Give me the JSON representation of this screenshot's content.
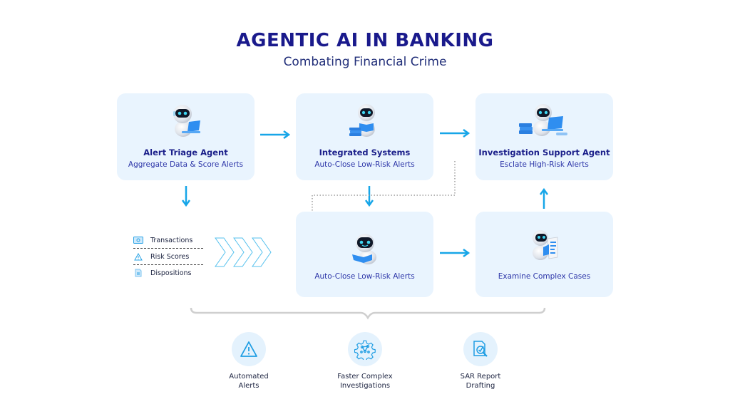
{
  "header": {
    "title": "AGENTIC AI IN BANKING",
    "subtitle": "Combating Financial Crime"
  },
  "colors": {
    "title": "#1a1a8c",
    "card_bg": "#e9f4fe",
    "arrow": "#17a6e8",
    "dotted_line": "#b5b5b5",
    "brace": "#cfcfcf",
    "icon_accent": "#29a3e6"
  },
  "cards": [
    {
      "id": "alert-triage",
      "title": "Alert Triage Agent",
      "subtitle": "Aggregate Data & Score Alerts",
      "robot": "robot-laptop-icon"
    },
    {
      "id": "integrated-systems",
      "title": "Integrated Systems",
      "subtitle": "Auto-Close Low-Risk Alerts",
      "robot": "robot-books-icon"
    },
    {
      "id": "investigation-support",
      "title": "Investigation Support Agent",
      "subtitle": "Esclate High-Risk Alerts",
      "robot": "robot-laptop-books-icon"
    },
    {
      "id": "auto-close",
      "title": "",
      "subtitle": "Auto-Close Low-Risk Alerts",
      "robot": "robot-reading-icon"
    },
    {
      "id": "examine-cases",
      "title": "",
      "subtitle": "Examine Complex Cases",
      "robot": "robot-document-icon"
    }
  ],
  "inputs": [
    {
      "label": "Transactions",
      "icon": "money-icon"
    },
    {
      "label": "Risk Scores",
      "icon": "warning-icon"
    },
    {
      "label": "Dispositions",
      "icon": "document-icon"
    }
  ],
  "benefits": [
    {
      "line1": "Automated",
      "line2": "Alerts",
      "icon": "warning-triangle-icon"
    },
    {
      "line1": "Faster Complex",
      "line2": "Investigations",
      "icon": "gear-network-icon"
    },
    {
      "line1": "SAR Report",
      "line2": "Drafting",
      "icon": "report-search-icon"
    }
  ]
}
